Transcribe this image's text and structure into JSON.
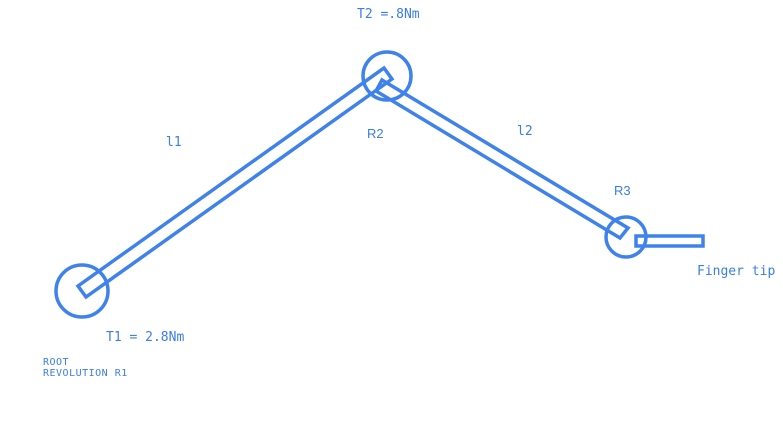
{
  "colors": {
    "stroke": "#3f82ec",
    "text": "#3a7ee6",
    "background": "#ffffff"
  },
  "labels": {
    "torque_joint2": "T2 =.8Nm",
    "torque_joint1": "T1 = 2.8Nm",
    "link1": "l1",
    "link2": "l2",
    "joint2": "R2",
    "joint3": "R3",
    "finger_tip": "Finger tip",
    "root_line1": "ROOT",
    "root_line2": "REVOLUTION R1"
  }
}
